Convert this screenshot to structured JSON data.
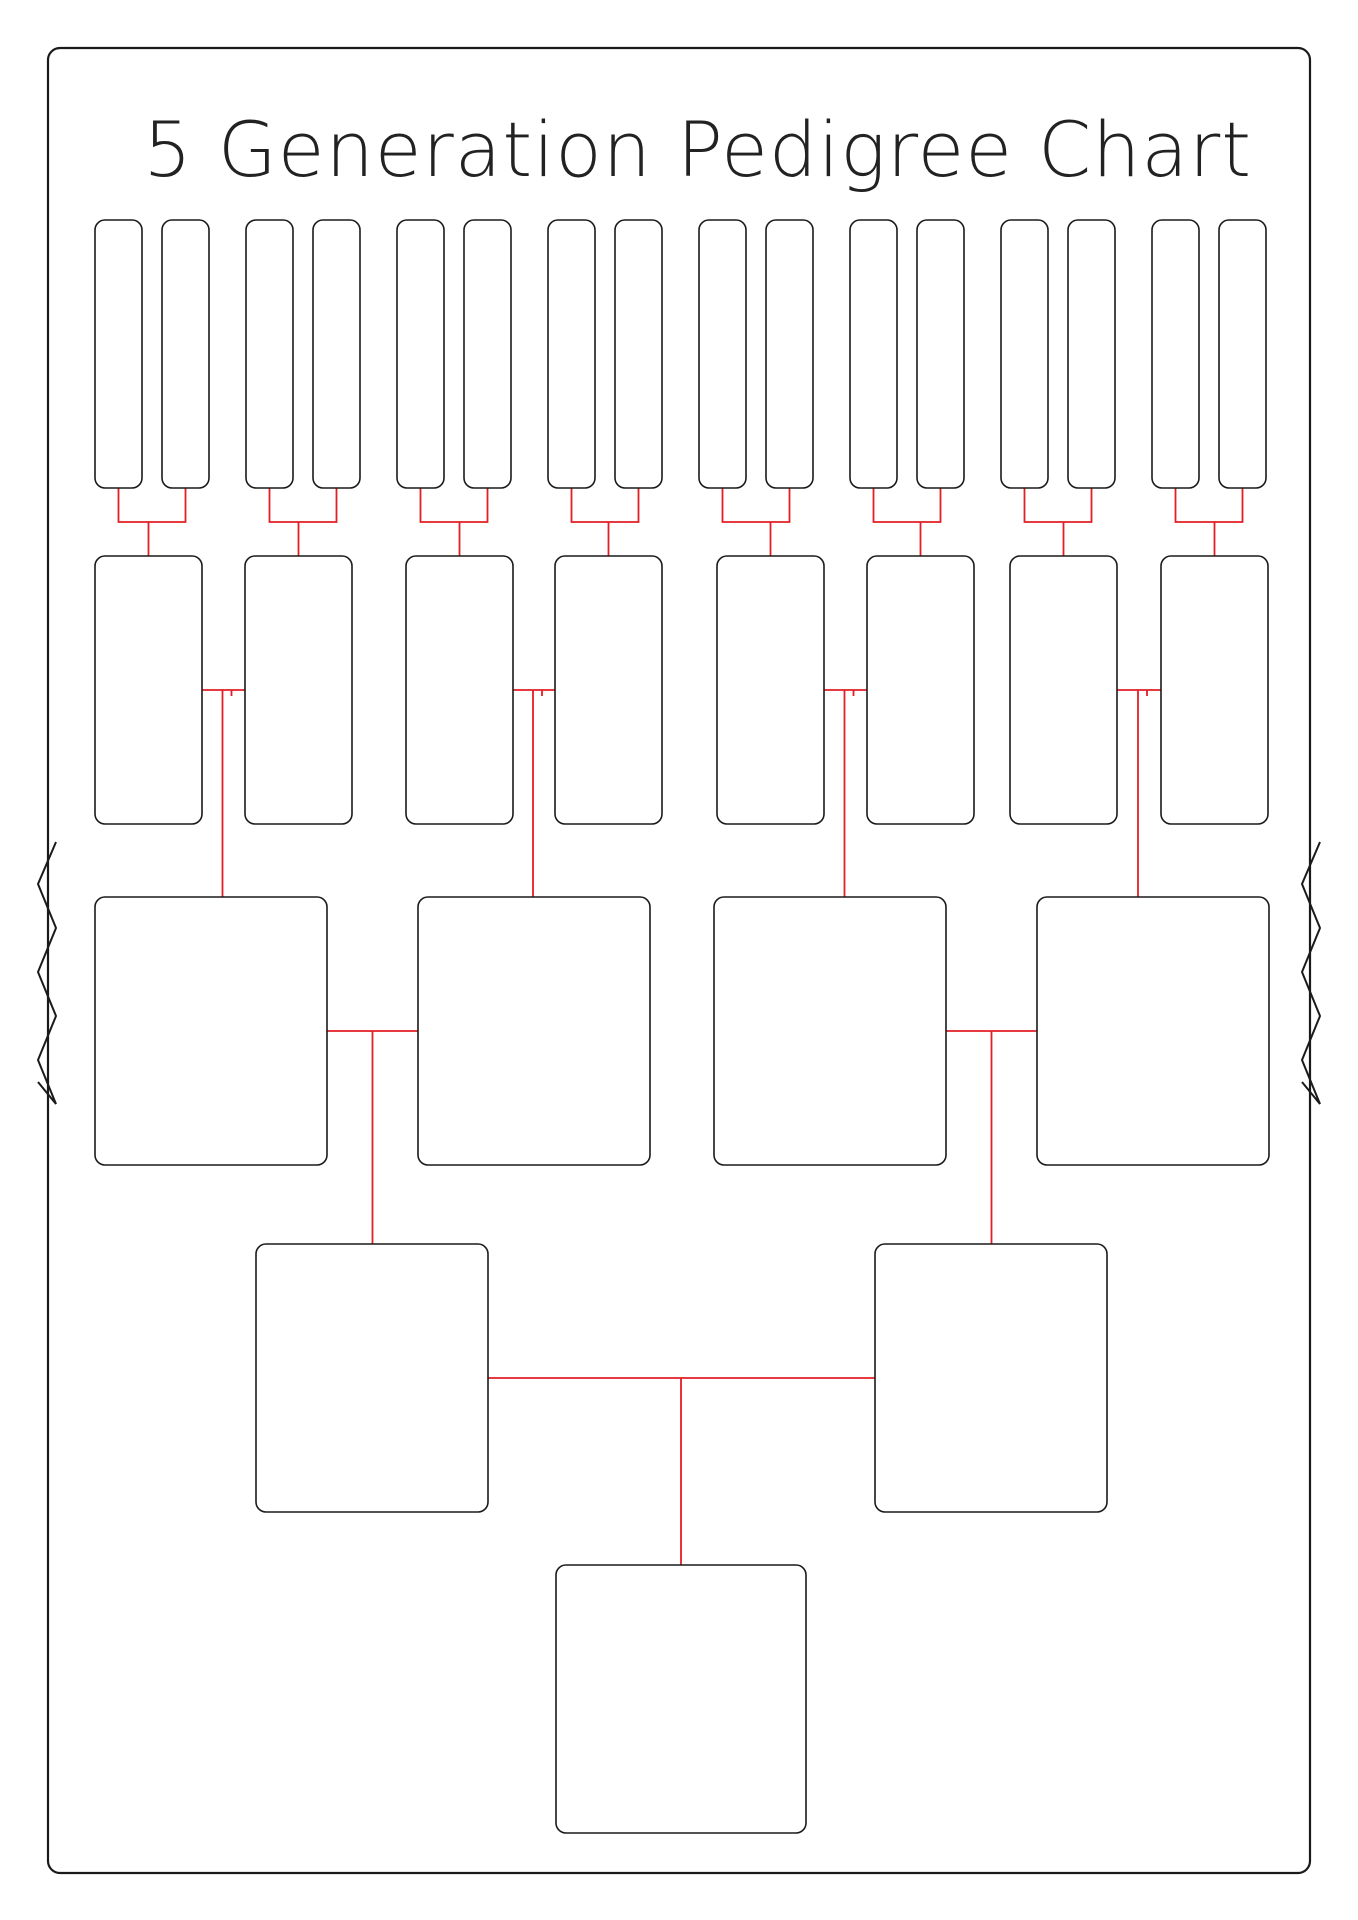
{
  "title": "5 Generation Pedigree Chart",
  "colors": {
    "box_stroke": "#1a1a1a",
    "connector": "#e31e24",
    "background": "#ffffff"
  },
  "generations": [
    {
      "generation": 1,
      "boxes": 1
    },
    {
      "generation": 2,
      "boxes": 2
    },
    {
      "generation": 3,
      "boxes": 4
    },
    {
      "generation": 4,
      "boxes": 8
    },
    {
      "generation": 5,
      "boxes": 16
    }
  ]
}
